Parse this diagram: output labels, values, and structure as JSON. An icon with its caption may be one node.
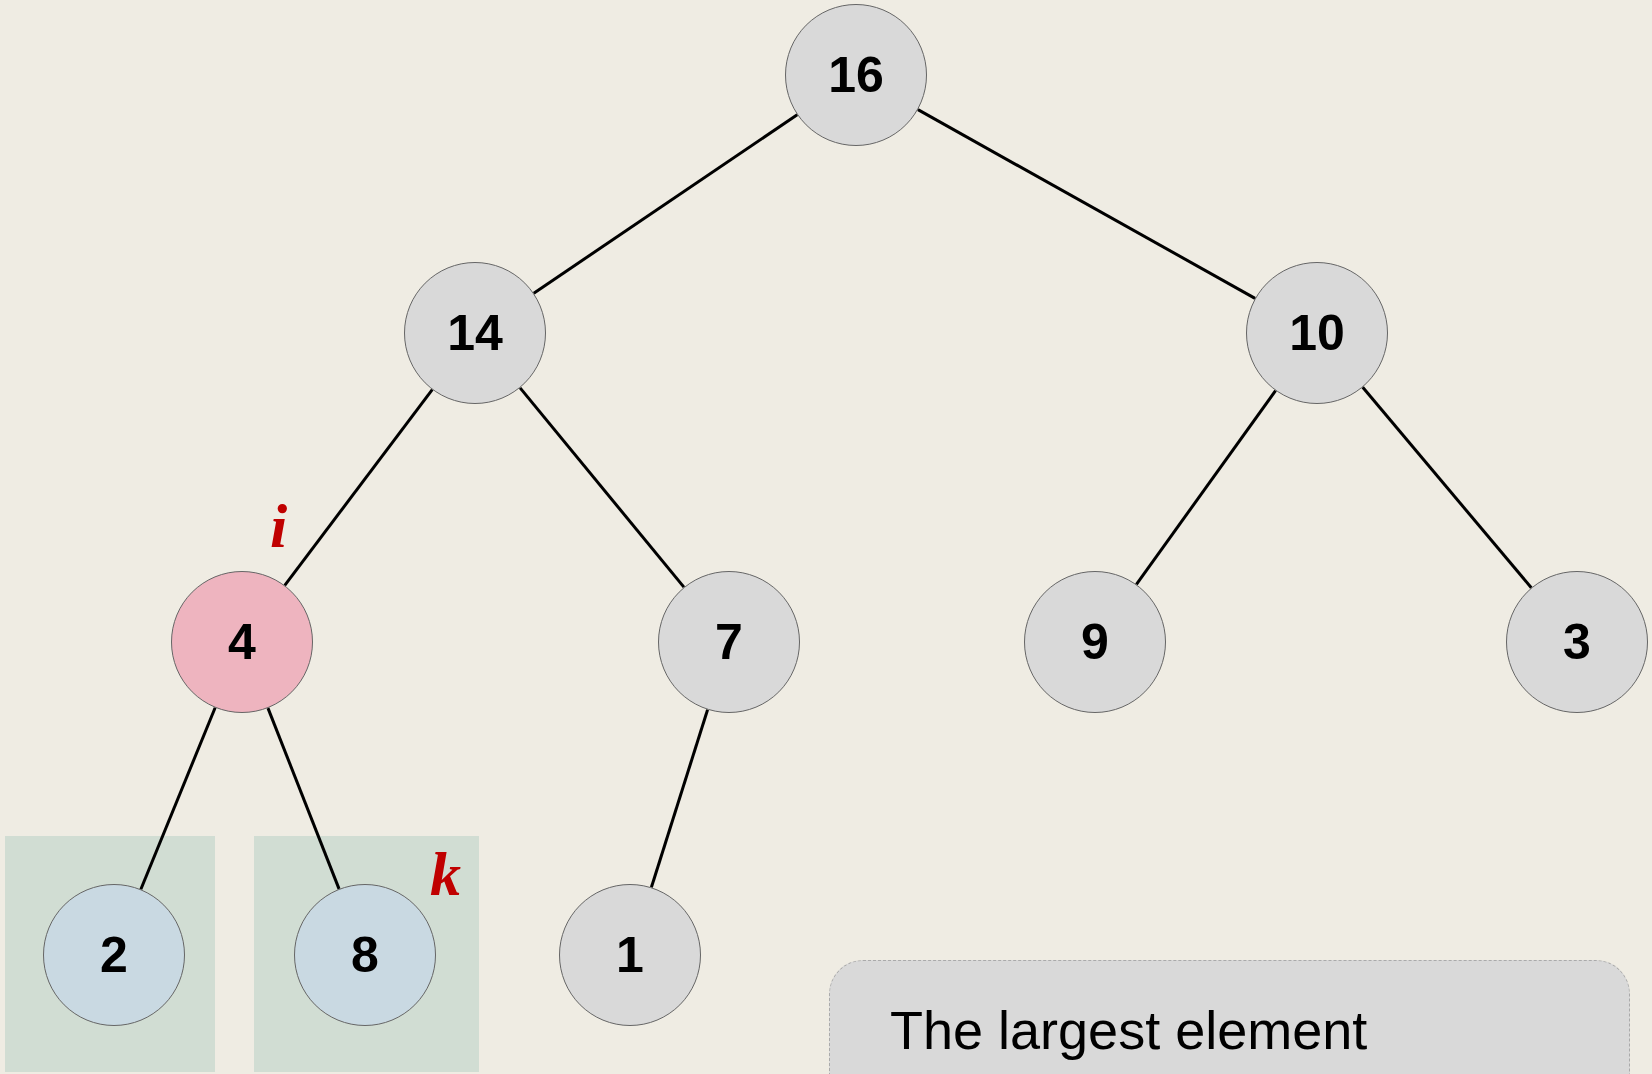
{
  "diagram": {
    "nodes": [
      {
        "text": [
          "16"
        ]
      },
      {
        "text": [
          "14"
        ]
      },
      {
        "text": [
          "10"
        ]
      },
      {
        "text": [
          "4"
        ]
      },
      {
        "text": [
          "7"
        ]
      },
      {
        "text": [
          "9"
        ]
      },
      {
        "text": [
          "3"
        ]
      },
      {
        "text": [],
        "shape": "box"
      },
      {
        "text": [
          "2"
        ],
        "in": 7
      },
      {
        "text": [],
        "shape": "box"
      },
      {
        "text": [
          "8"
        ],
        "in": 9
      },
      {
        "text": [
          "1"
        ]
      },
      {
        "text": [
          "The largest element"
        ]
      }
    ],
    "edges": [
      {
        "from": 0,
        "to": 1,
        "arrow": "none"
      },
      {
        "from": 0,
        "to": 2,
        "arrow": "none"
      },
      {
        "from": 1,
        "to": 3,
        "arrow": "none"
      },
      {
        "from": 1,
        "to": 4,
        "arrow": "none"
      },
      {
        "from": 2,
        "to": 5,
        "arrow": "none"
      },
      {
        "from": 2,
        "to": 6,
        "arrow": "none"
      },
      {
        "from": 3,
        "to": 8,
        "arrow": "none"
      },
      {
        "from": 3,
        "to": 10,
        "arrow": "none"
      },
      {
        "from": 4,
        "to": 11,
        "arrow": "none"
      }
    ],
    "labels": [
      "i",
      "k"
    ]
  }
}
